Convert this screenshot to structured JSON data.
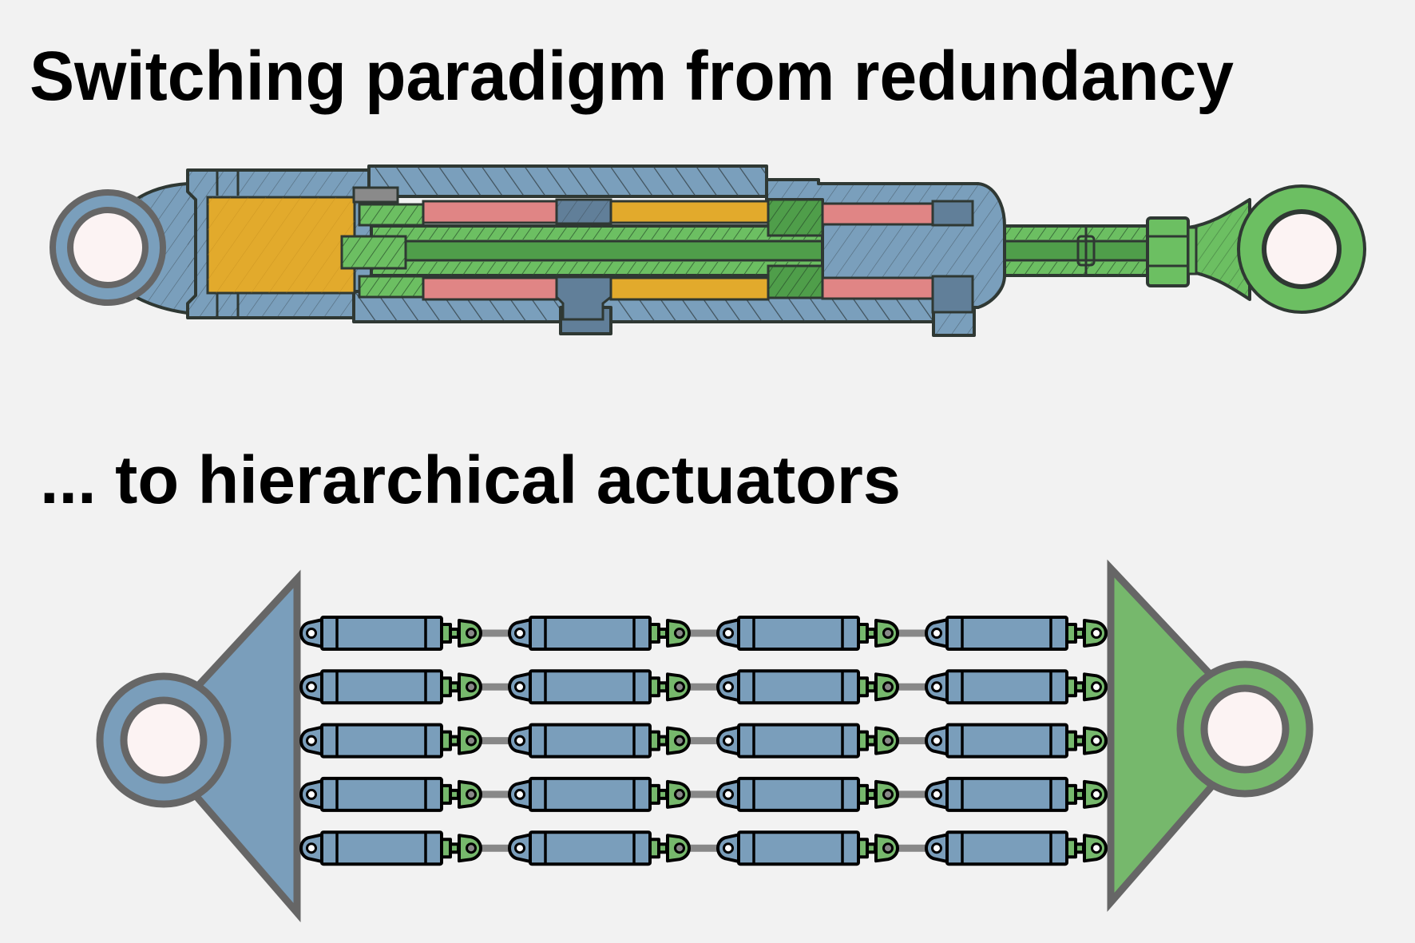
{
  "slide": {
    "background": "#f2f2f2",
    "title_top": "Switching paradigm from redundancy",
    "title_bottom": "... to hierarchical actuators"
  },
  "colors": {
    "housing_blue": "#7a9fbc",
    "piston_blue_gray": "#617f99",
    "rod_green": "#6cbf62",
    "rod_green_dark": "#4f9e4a",
    "chamber_yellow": "#e2aa2c",
    "seal_pink": "#e08585",
    "bore_white": "#fcf3f3",
    "outline_gray": "#666666",
    "link_gray": "#888888",
    "mount_green": "#76b86c",
    "mount_blue": "#7a9ebb"
  },
  "diagrams": {
    "monolithic": {
      "label": "single large hydraulic cylinder (cross-section)",
      "parts": [
        "left-eye-mount",
        "cap-housing",
        "yellow-chamber",
        "outer-sleeve",
        "pink-seals",
        "middle-piston",
        "green-piston-rod",
        "rod-nut",
        "right-rod-eye"
      ]
    },
    "hierarchical": {
      "label": "array of small actuators between two triangular mounts",
      "rows": 5,
      "actuators_per_row": 4,
      "left_mount": "blue-triangle-with-eye",
      "right_mount": "green-triangle-with-eye"
    }
  }
}
